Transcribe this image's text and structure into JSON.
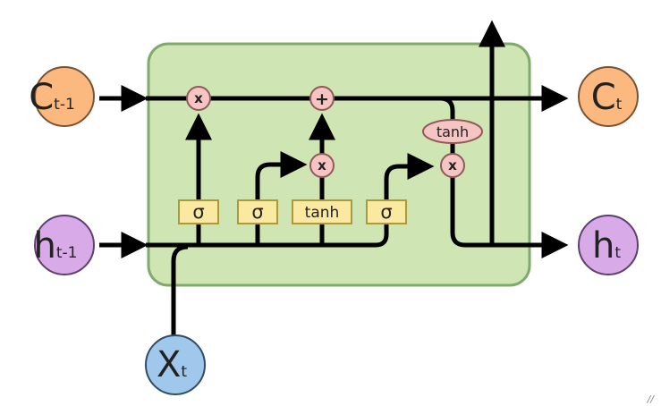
{
  "colors": {
    "cell_fill": "#cfe6b4",
    "cell_stroke": "#80a96c",
    "cell_state_node": "#fbb97f",
    "cell_state_stroke": "#7a5232",
    "hidden_node": "#d8abe8",
    "hidden_stroke": "#5e3f6d",
    "input_node": "#9fc8ec",
    "input_stroke": "#314b68",
    "gate_fill": "#fbe9a1",
    "gate_stroke": "#aa9a3a",
    "op_fill": "#f7c4c4",
    "op_stroke": "#8e5a5a",
    "wire": "#000000"
  },
  "nodes": {
    "c_prev": {
      "main": "C",
      "sub": "t-1"
    },
    "h_prev": {
      "main": "h",
      "sub": "t-1"
    },
    "x_t": {
      "main": "X",
      "sub": "t"
    },
    "c_t": {
      "main": "C",
      "sub": "t"
    },
    "h_t": {
      "main": "h",
      "sub": "t"
    }
  },
  "gates": {
    "forget": "σ",
    "input": "σ",
    "candidate": "tanh",
    "output": "σ"
  },
  "ops": {
    "forget_mult": "x",
    "add": "+",
    "input_mult": "x",
    "output_mult": "x",
    "tanh": "tanh"
  },
  "corner_mark": "//"
}
